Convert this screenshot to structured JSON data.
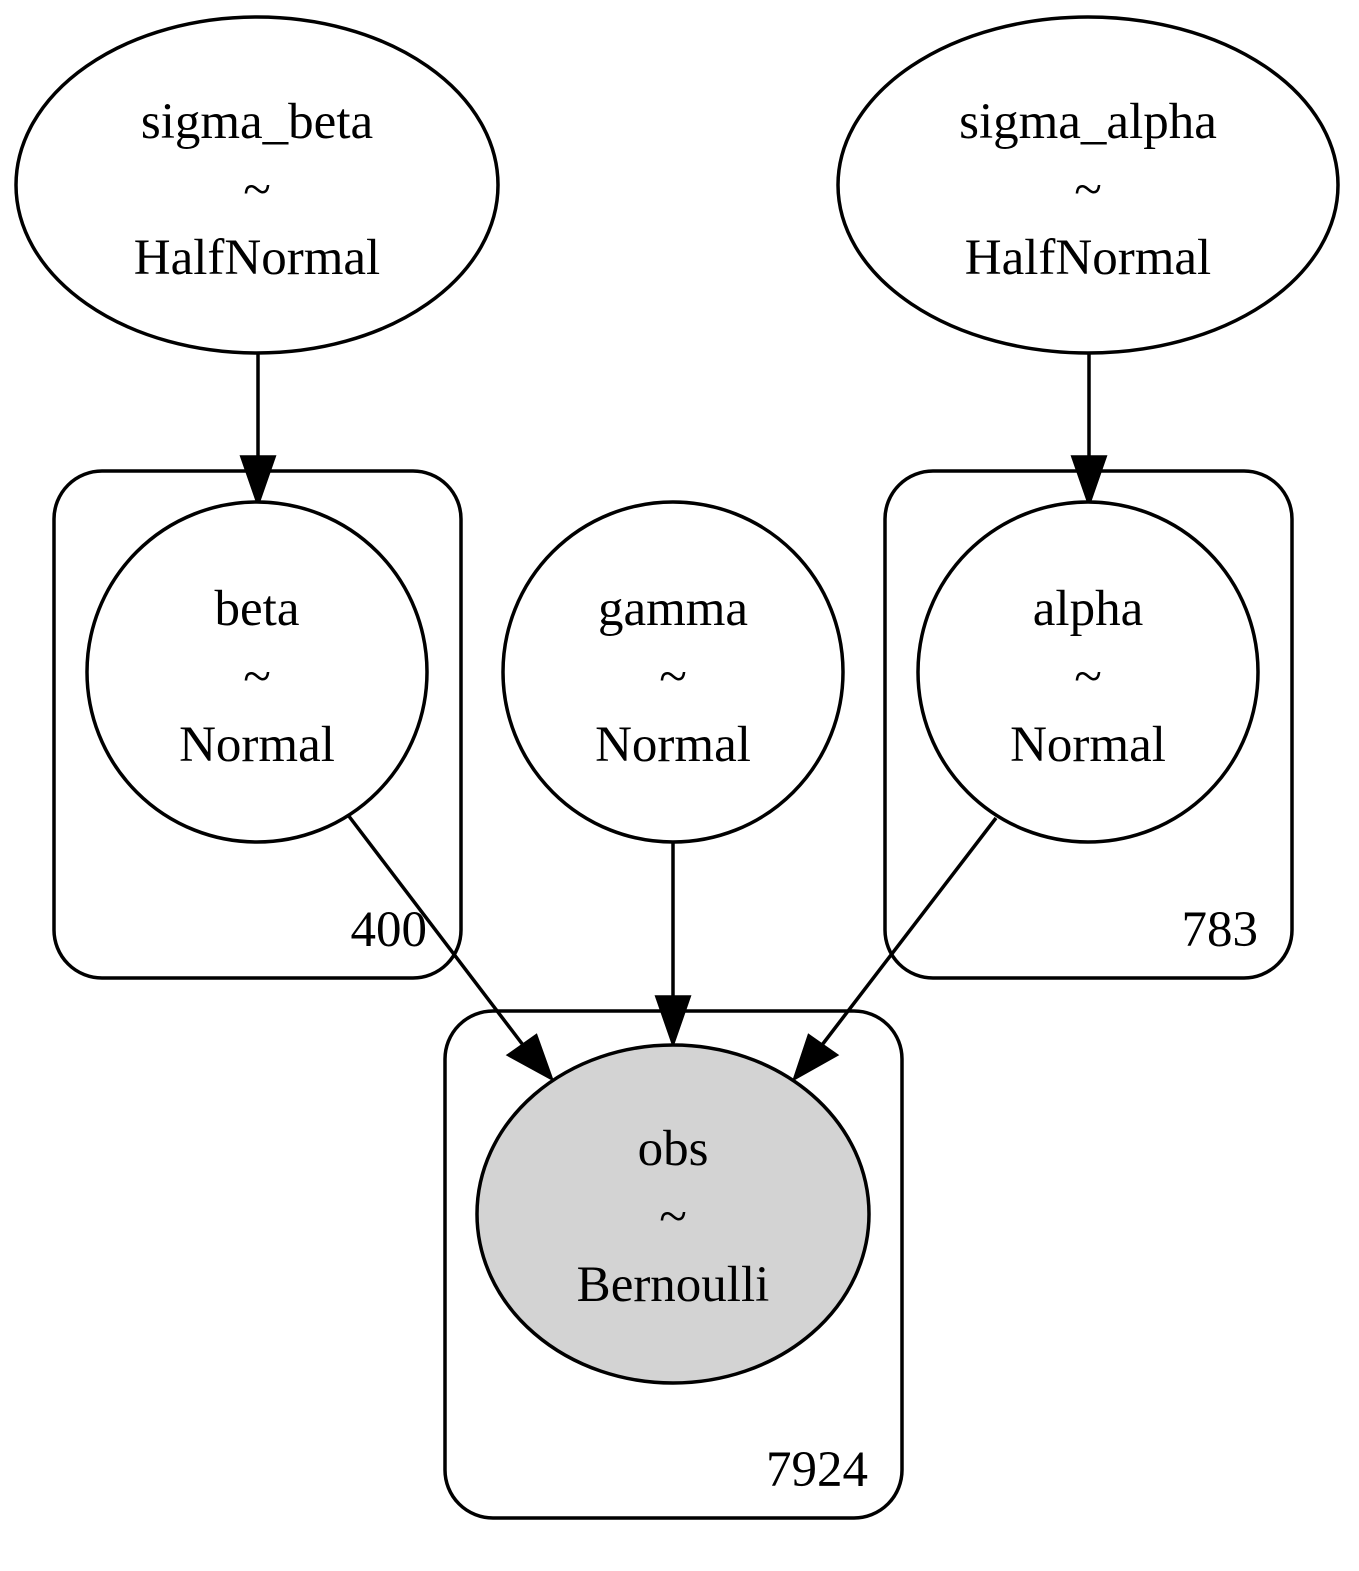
{
  "colors": {
    "background": "#ffffff",
    "stroke": "#000000",
    "observed_fill": "#d3d3d3",
    "latent_fill": "#ffffff"
  },
  "tilde": "~",
  "nodes": {
    "sigma_beta": {
      "name": "sigma_beta",
      "distribution": "HalfNormal",
      "shape": "ellipse",
      "observed": false
    },
    "sigma_alpha": {
      "name": "sigma_alpha",
      "distribution": "HalfNormal",
      "shape": "ellipse",
      "observed": false
    },
    "beta": {
      "name": "beta",
      "distribution": "Normal",
      "shape": "circle",
      "observed": false
    },
    "gamma": {
      "name": "gamma",
      "distribution": "Normal",
      "shape": "circle",
      "observed": false
    },
    "alpha": {
      "name": "alpha",
      "distribution": "Normal",
      "shape": "circle",
      "observed": false
    },
    "obs": {
      "name": "obs",
      "distribution": "Bernoulli",
      "shape": "ellipse",
      "observed": true
    }
  },
  "plates": {
    "beta_plate": {
      "size": "400"
    },
    "alpha_plate": {
      "size": "783"
    },
    "obs_plate": {
      "size": "7924"
    }
  },
  "edges": [
    {
      "from": "sigma_beta",
      "to": "beta"
    },
    {
      "from": "sigma_alpha",
      "to": "alpha"
    },
    {
      "from": "beta",
      "to": "obs"
    },
    {
      "from": "gamma",
      "to": "obs"
    },
    {
      "from": "alpha",
      "to": "obs"
    }
  ]
}
